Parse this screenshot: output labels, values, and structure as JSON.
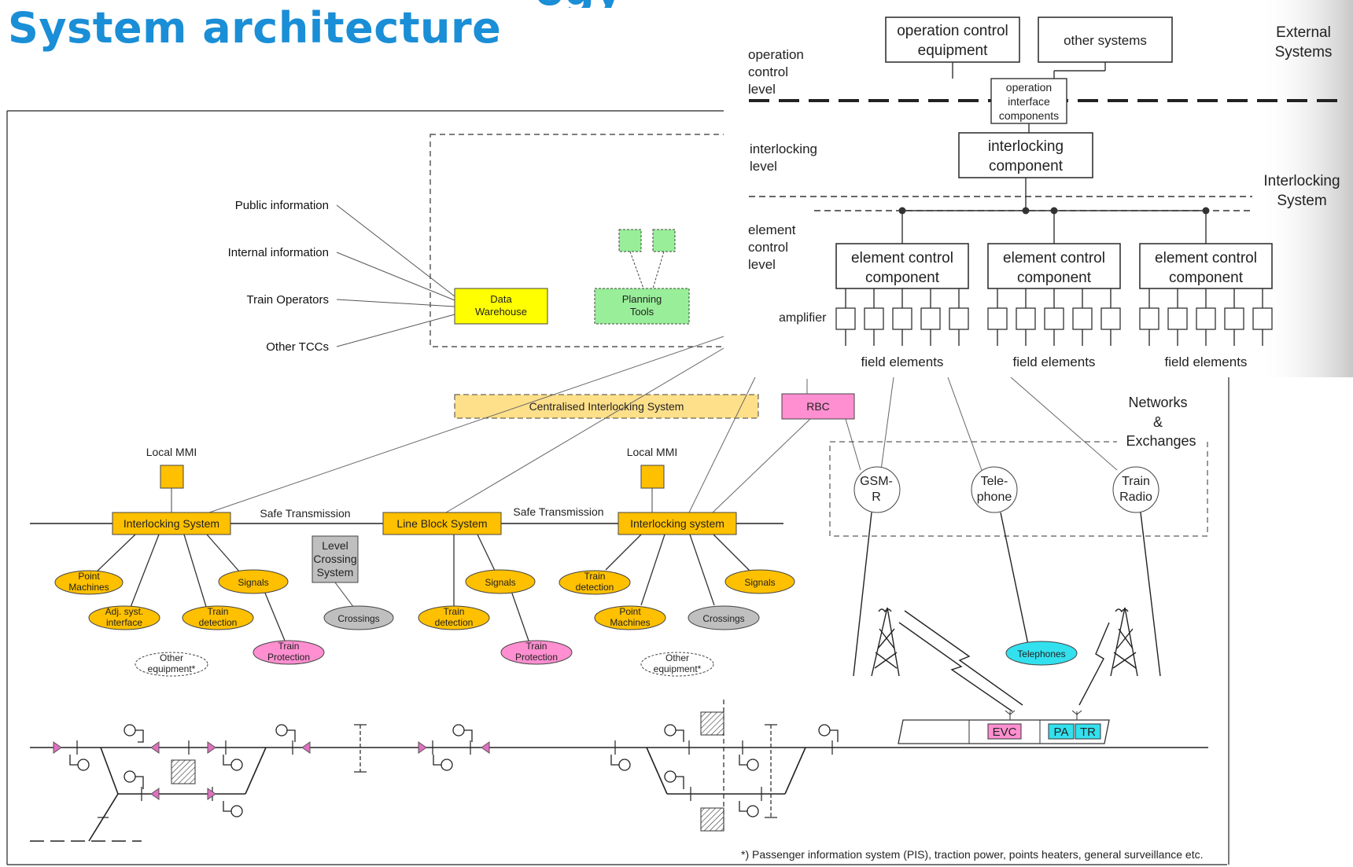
{
  "slide": {
    "title": "System architecture",
    "title_cut_text": "ogy",
    "title_color": "#1a8ed6"
  },
  "left_diagram": {
    "info_sources": [
      "Public information",
      "Internal information",
      "Train Operators",
      "Other TCCs"
    ],
    "data_warehouse": [
      "Data",
      "Warehouse"
    ],
    "planning_tools": [
      "Planning",
      "Tools"
    ],
    "cis": "Centralised Interlocking System",
    "rbc": "RBC",
    "local_mmi_1": "Local MMI",
    "local_mmi_2": "Local MMI",
    "safe_transmission_1": "Safe Transmission",
    "safe_transmission_2": "Safe Transmission",
    "interlocking_1": "Interlocking System",
    "line_block": "Line Block System",
    "interlocking_2": "Interlocking system",
    "level_crossing": [
      "Level",
      "Crossing",
      "System"
    ],
    "ellipses": {
      "point_machines_1": [
        "Point",
        "Machines"
      ],
      "adj_syst": [
        "Adj. syst.",
        "interface"
      ],
      "train_detection_1": [
        "Train",
        "detection"
      ],
      "signals_1": "Signals",
      "train_protection_1": [
        "Train",
        "Protection"
      ],
      "other_equipment_1": [
        "Other",
        "equipment*"
      ],
      "crossings_1": "Crossings",
      "train_detection_2": [
        "Train",
        "detection"
      ],
      "signals_2": "Signals",
      "train_protection_2": [
        "Train",
        "Protection"
      ],
      "train_detection_3": [
        "Train",
        "detection"
      ],
      "point_machines_2": [
        "Point",
        "Machines"
      ],
      "crossings_2": "Crossings",
      "signals_3": "Signals",
      "other_equipment_2": [
        "Other",
        "equipment*"
      ],
      "telephones": "Telephones"
    },
    "networks_label": [
      "Networks",
      "&",
      "Exchanges"
    ],
    "gsm": [
      "GSM-",
      "R"
    ],
    "telephone": [
      "Tele-",
      "phone"
    ],
    "train_radio": [
      "Train",
      "Radio"
    ],
    "train_labels": [
      "EVC",
      "PA",
      "TR"
    ],
    "footnote": "*) Passenger information system (PIS), traction power, points heaters, general surveillance etc."
  },
  "right_inset": {
    "operation_control_equipment": [
      "operation control",
      "equipment"
    ],
    "other_systems": "other systems",
    "external_systems": [
      "External",
      "Systems"
    ],
    "operation_control_level": [
      "operation",
      "control",
      "level"
    ],
    "operation_interface": [
      "operation",
      "interface",
      "components"
    ],
    "interlocking_level": [
      "interlocking",
      "level"
    ],
    "interlocking_component": [
      "interlocking",
      "component"
    ],
    "interlocking_system": [
      "Interlocking",
      "System"
    ],
    "element_control_level": [
      "element",
      "control",
      "level"
    ],
    "element_control_component": [
      "element control",
      "component"
    ],
    "amplifier": "amplifier",
    "field_elements": "field elements"
  },
  "colors": {
    "orange": "#ffc000",
    "yellow": "#ffff00",
    "green": "#99ee99",
    "pink": "#ff8fd0",
    "grey": "#bfbfbf",
    "cyan": "#33e0ee"
  }
}
